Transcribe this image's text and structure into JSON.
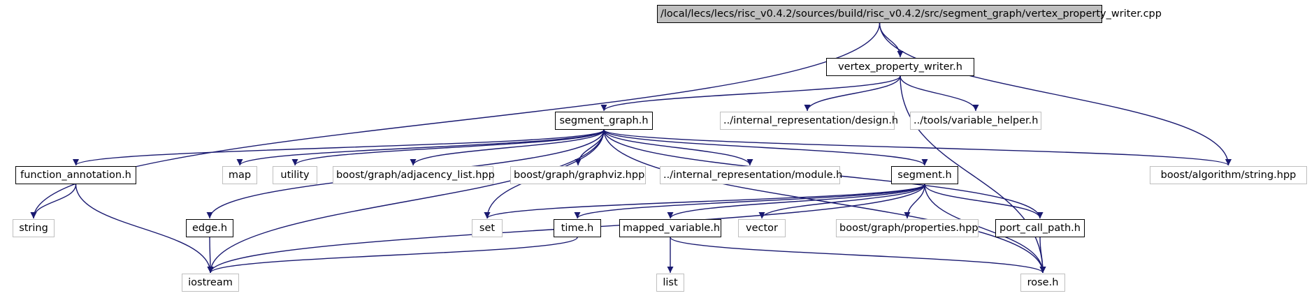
{
  "graph": {
    "edge_color": "#191970",
    "nodes": [
      {
        "id": "root",
        "label": "/local/lecs/lecs/risc_v0.4.2/sources/build/risc_v0.4.2/src/segment_graph/vertex_property_writer.cpp",
        "kind": "root"
      },
      {
        "id": "vpw",
        "label": "vertex_property_writer.h",
        "kind": "documented"
      },
      {
        "id": "sg",
        "label": "segment_graph.h",
        "kind": "documented"
      },
      {
        "id": "design",
        "label": "../internal_representation/design.h",
        "kind": "external"
      },
      {
        "id": "varhelper",
        "label": "../tools/variable_helper.h",
        "kind": "external"
      },
      {
        "id": "fa",
        "label": "function_annotation.h",
        "kind": "documented"
      },
      {
        "id": "map",
        "label": "map",
        "kind": "external"
      },
      {
        "id": "utility",
        "label": "utility",
        "kind": "external"
      },
      {
        "id": "adj",
        "label": "boost/graph/adjacency_list.hpp",
        "kind": "external"
      },
      {
        "id": "graphviz",
        "label": "boost/graph/graphviz.hpp",
        "kind": "external"
      },
      {
        "id": "module",
        "label": "../internal_representation/module.h",
        "kind": "external"
      },
      {
        "id": "segment",
        "label": "segment.h",
        "kind": "documented"
      },
      {
        "id": "balg",
        "label": "boost/algorithm/string.hpp",
        "kind": "external"
      },
      {
        "id": "string",
        "label": "string",
        "kind": "external"
      },
      {
        "id": "edge",
        "label": "edge.h",
        "kind": "documented"
      },
      {
        "id": "set",
        "label": "set",
        "kind": "external"
      },
      {
        "id": "time",
        "label": "time.h",
        "kind": "documented"
      },
      {
        "id": "mv",
        "label": "mapped_variable.h",
        "kind": "documented"
      },
      {
        "id": "vector",
        "label": "vector",
        "kind": "external"
      },
      {
        "id": "props",
        "label": "boost/graph/properties.hpp",
        "kind": "external"
      },
      {
        "id": "pcp",
        "label": "port_call_path.h",
        "kind": "documented"
      },
      {
        "id": "iostream",
        "label": "iostream",
        "kind": "external"
      },
      {
        "id": "list",
        "label": "list",
        "kind": "external"
      },
      {
        "id": "rose",
        "label": "rose.h",
        "kind": "external"
      }
    ],
    "edges": [
      {
        "from": "root",
        "to": "vpw"
      },
      {
        "from": "root",
        "to": "string"
      },
      {
        "from": "root",
        "to": "balg"
      },
      {
        "from": "vpw",
        "to": "sg"
      },
      {
        "from": "vpw",
        "to": "design"
      },
      {
        "from": "vpw",
        "to": "varhelper"
      },
      {
        "from": "vpw",
        "to": "rose"
      },
      {
        "from": "sg",
        "to": "fa"
      },
      {
        "from": "sg",
        "to": "map"
      },
      {
        "from": "sg",
        "to": "utility"
      },
      {
        "from": "sg",
        "to": "adj"
      },
      {
        "from": "sg",
        "to": "graphviz"
      },
      {
        "from": "sg",
        "to": "module"
      },
      {
        "from": "sg",
        "to": "segment"
      },
      {
        "from": "sg",
        "to": "balg"
      },
      {
        "from": "sg",
        "to": "edge"
      },
      {
        "from": "sg",
        "to": "iostream"
      },
      {
        "from": "sg",
        "to": "set"
      },
      {
        "from": "sg",
        "to": "pcp"
      },
      {
        "from": "sg",
        "to": "rose"
      },
      {
        "from": "fa",
        "to": "string"
      },
      {
        "from": "fa",
        "to": "iostream"
      },
      {
        "from": "segment",
        "to": "set"
      },
      {
        "from": "segment",
        "to": "time"
      },
      {
        "from": "segment",
        "to": "mv"
      },
      {
        "from": "segment",
        "to": "vector"
      },
      {
        "from": "segment",
        "to": "props"
      },
      {
        "from": "segment",
        "to": "pcp"
      },
      {
        "from": "segment",
        "to": "iostream"
      },
      {
        "from": "segment",
        "to": "rose"
      },
      {
        "from": "edge",
        "to": "iostream"
      },
      {
        "from": "time",
        "to": "iostream"
      },
      {
        "from": "mv",
        "to": "list"
      },
      {
        "from": "mv",
        "to": "rose"
      },
      {
        "from": "pcp",
        "to": "rose"
      }
    ]
  }
}
